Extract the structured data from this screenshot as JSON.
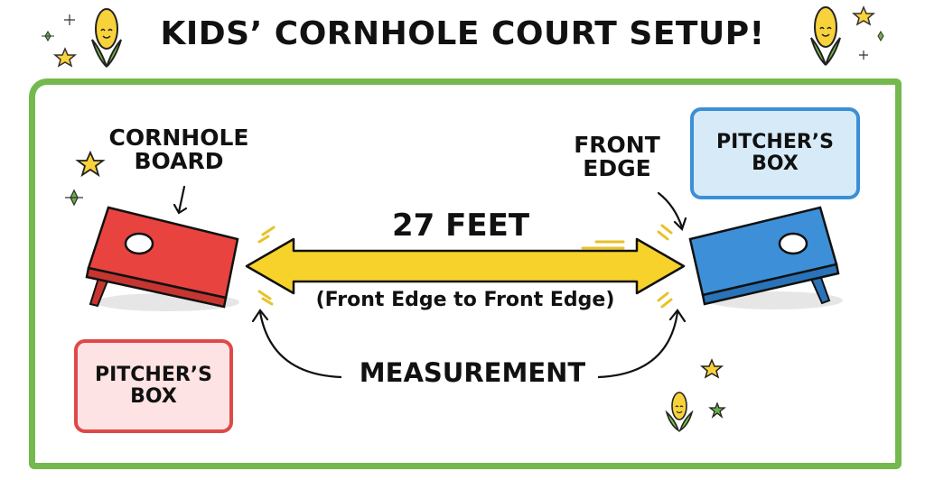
{
  "title": "KIDS’ CORNHOLE COURT SETUP!",
  "labels": {
    "cornhole_board_line1": "CORNHOLE",
    "cornhole_board_line2": "BOARD",
    "front_edge_line1": "FRONT",
    "front_edge_line2": "EDGE",
    "distance": "27 FEET",
    "distance_note": "(Front Edge to Front Edge)",
    "measurement": "MEASUREMENT"
  },
  "pitchers_box_right": {
    "line1": "PITCHER’S",
    "line2": "BOX",
    "fill": "#d6ebf7",
    "border": "#3b8fd6"
  },
  "pitchers_box_left": {
    "line1": "PITCHER’S",
    "line2": "BOX",
    "fill": "#fde3e3",
    "border": "#e04848"
  },
  "colors": {
    "court_border": "#74b94e",
    "left_board": "#e8433f",
    "right_board": "#3d8fd8",
    "arrow": "#f7d22a",
    "star_yellow": "#f9d23c",
    "star_green": "#6cb04a"
  },
  "icons": [
    "corn-mascot-icon",
    "star-icon",
    "sparkle-icon"
  ]
}
